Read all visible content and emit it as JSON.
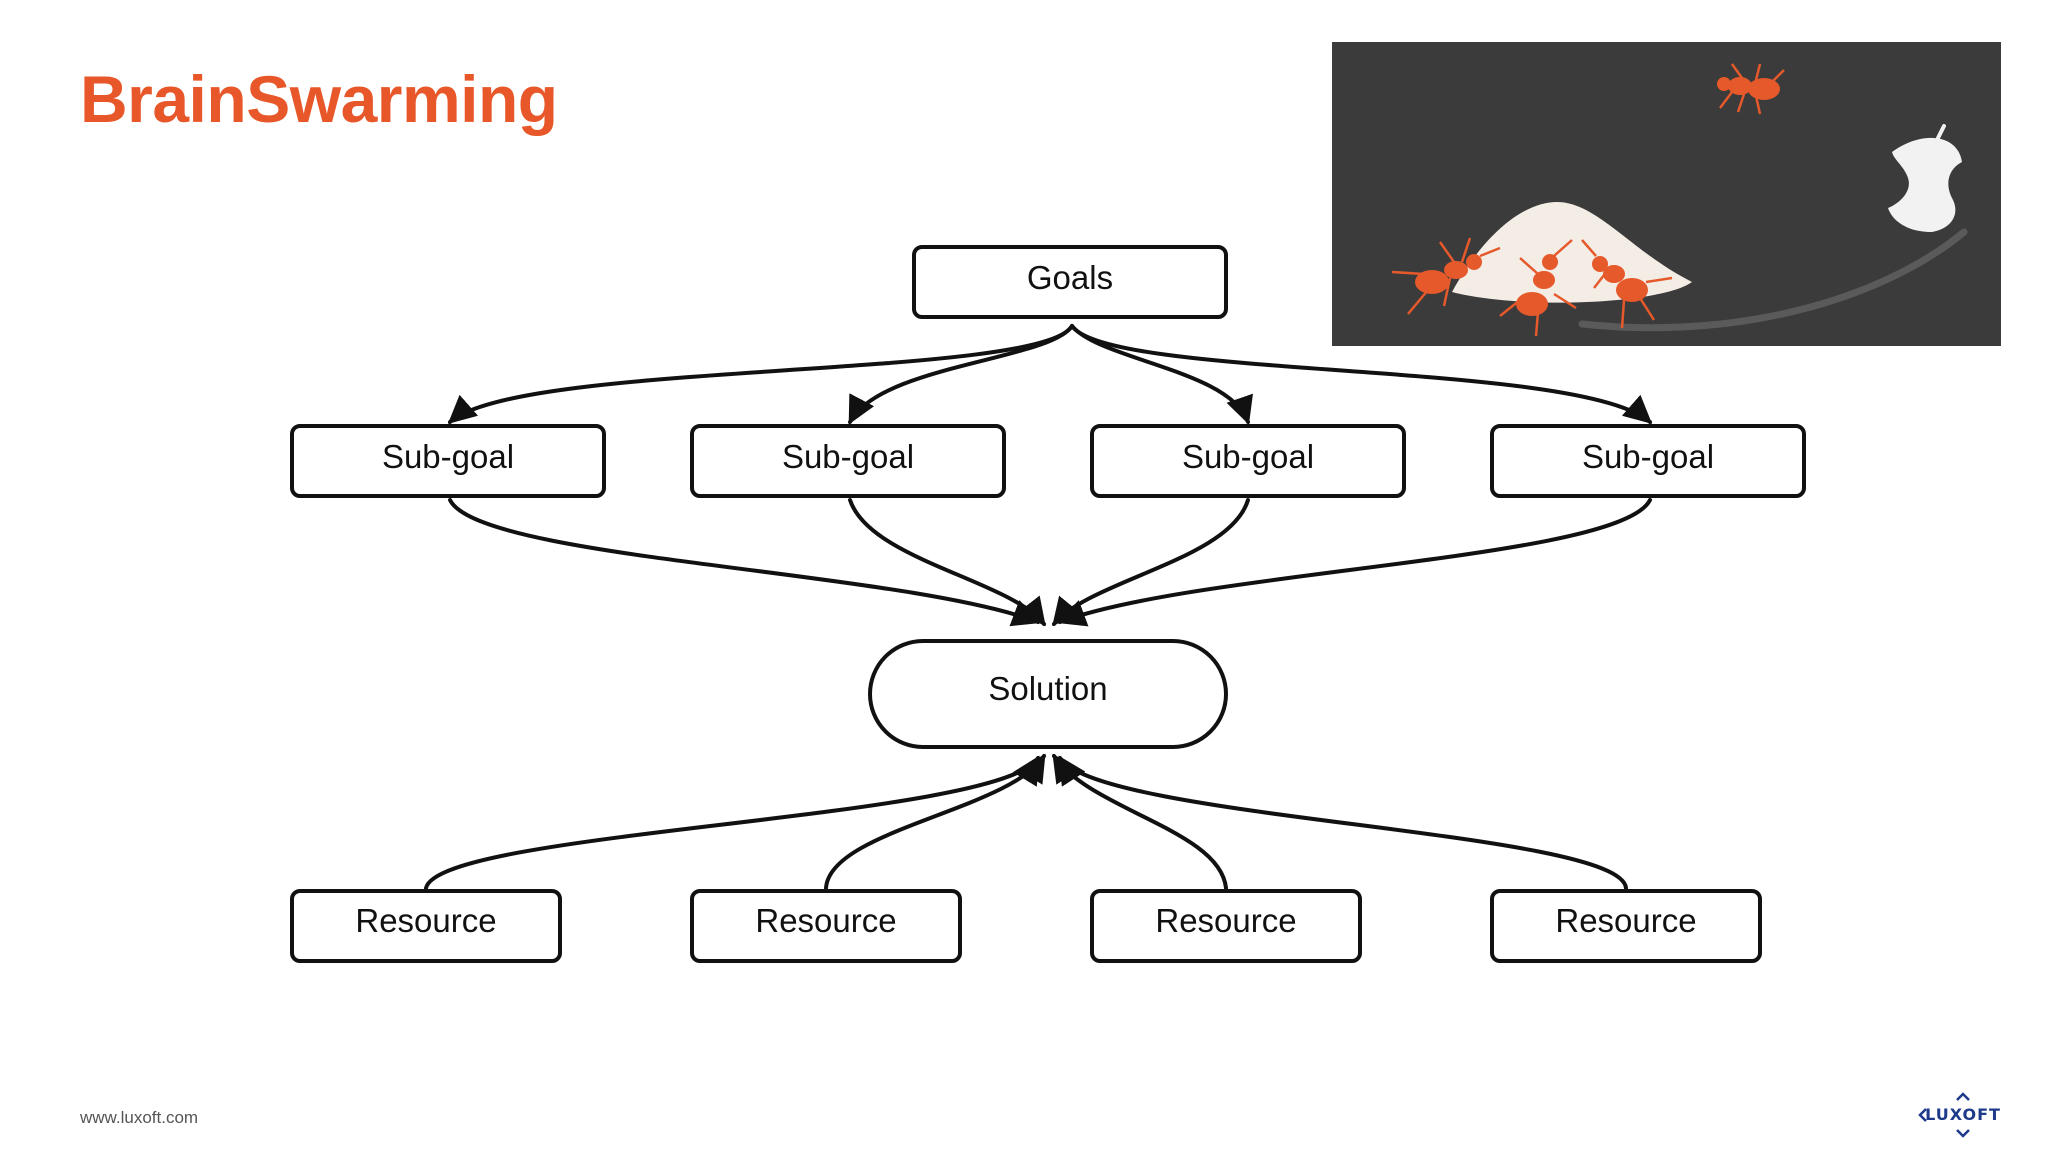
{
  "slide": {
    "title": "BrainSwarming",
    "footer_url": "www.luxoft.com",
    "logo_text": "LUXOFT"
  },
  "colors": {
    "accent": "#e8572a",
    "illustration_bg": "#3b3b3b",
    "ant": "#e5592b",
    "node_stroke": "#111111",
    "logo": "#1e3a8a"
  },
  "diagram": {
    "goal": {
      "label": "Goals"
    },
    "subgoals": [
      {
        "label": "Sub-goal"
      },
      {
        "label": "Sub-goal"
      },
      {
        "label": "Sub-goal"
      },
      {
        "label": "Sub-goal"
      }
    ],
    "solution": {
      "label": "Solution"
    },
    "resources": [
      {
        "label": "Resource"
      },
      {
        "label": "Resource"
      },
      {
        "label": "Resource"
      },
      {
        "label": "Resource"
      }
    ]
  },
  "icons": {
    "illustration": "ants-carrying-food-illustration",
    "logo": "luxoft-logo-mark"
  }
}
